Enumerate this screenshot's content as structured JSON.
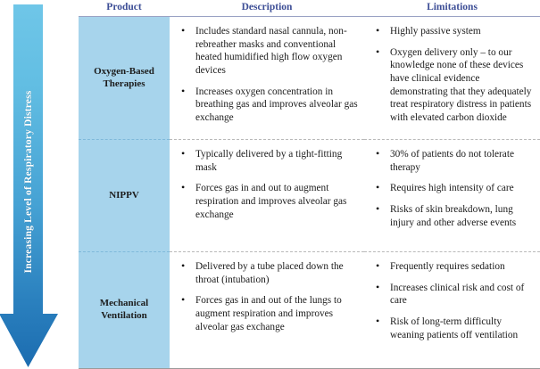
{
  "arrow": {
    "label": "Increasing Level of Respiratory Distress",
    "gradient_top": "#63C0E3",
    "gradient_bottom": "#1F6FB5",
    "direction": "down"
  },
  "table": {
    "headers": [
      "Product",
      "Description",
      "Limitations"
    ],
    "header_color": "#3D4E96",
    "product_cell_color": "#A7D4EC",
    "rows": [
      {
        "product": "Oxygen-Based Therapies",
        "description": [
          "Includes standard nasal cannula, non-rebreather masks and conventional heated humidified high flow oxygen devices",
          "Increases oxygen concentration in breathing gas and improves alveolar gas exchange"
        ],
        "limitations": [
          "Highly passive system",
          "Oxygen delivery only – to our knowledge none of these devices have clinical evidence demonstrating that they adequately treat respiratory distress in patients with elevated carbon dioxide"
        ]
      },
      {
        "product": "NIPPV",
        "description": [
          "Typically delivered by a tight-fitting mask",
          "Forces gas in and out to augment respiration and improves alveolar gas exchange"
        ],
        "limitations": [
          "30% of patients do not tolerate therapy",
          "Requires high intensity of care",
          "Risks of skin breakdown, lung injury and other adverse events"
        ]
      },
      {
        "product": "Mechanical Ventilation",
        "description": [
          "Delivered by a tube placed down the throat (intubation)",
          "Forces gas in and out of the lungs to augment respiration and improves alveolar gas exchange"
        ],
        "limitations": [
          "Frequently requires sedation",
          "Increases clinical risk and cost of care",
          "Risk of long-term difficulty weaning patients off ventilation"
        ]
      }
    ]
  }
}
